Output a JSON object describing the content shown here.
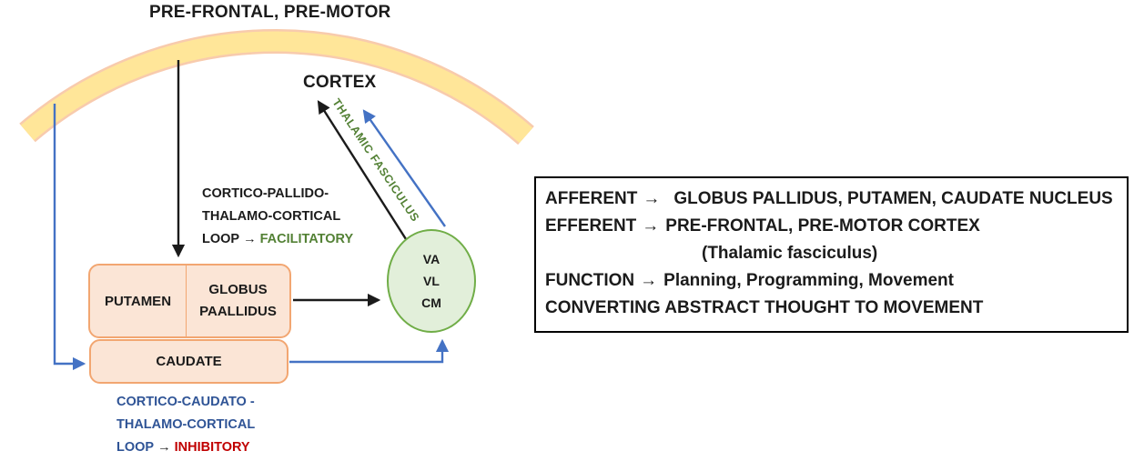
{
  "glyphs": {
    "arrow_char": "→"
  },
  "colors": {
    "black": "#1b1b1b",
    "blue_arrow": "#4472C4",
    "blue_text": "#2F5496",
    "red_text": "#C00000",
    "green_text": "#538135",
    "arc_fill": "#FFE699",
    "arc_outline": "#F8CBAD",
    "node_fill": "#FBE5D6",
    "node_border": "#F2A671",
    "thalamus_fill": "#E2EFDA",
    "thalamus_border": "#70AD47",
    "info_border": "#000000"
  },
  "diagram": {
    "top_label": "PRE-FRONTAL, PRE-MOTOR",
    "cortex_label": "CORTEX",
    "thalamic_fasciculus_label": "THALAMIC FASCICULUS",
    "facilitatory_loop": {
      "line1": "CORTICO-PALLIDO-",
      "line2": "THALAMO-CORTICAL",
      "line3_prefix": "LOOP",
      "line3_highlight": "FACILITATORY"
    },
    "inhibitory_loop": {
      "line1": "CORTICO-CAUDATO -",
      "line2": "THALAMO-CORTICAL",
      "line3_prefix": "LOOP",
      "line3_highlight": "INHIBITORY"
    },
    "nodes": {
      "putamen": "PUTAMEN",
      "globus_line1": "GLOBUS",
      "globus_line2": "PAALLIDUS",
      "caudate": "CAUDATE",
      "thalamus_lines": [
        "VA",
        "VL",
        "CM"
      ]
    }
  },
  "info_box": {
    "line1": {
      "label": "AFFERENT",
      "value": "GLOBUS PALLIDUS, PUTAMEN, CAUDATE NUCLEUS"
    },
    "line2": {
      "label": "EFFERENT",
      "value": "PRE-FRONTAL, PRE-MOTOR CORTEX"
    },
    "line3": {
      "value": "(Thalamic fasciculus)"
    },
    "line4": {
      "label": "FUNCTION",
      "value": "Planning, Programming, Movement"
    },
    "line5": {
      "value": "CONVERTING ABSTRACT THOUGHT TO MOVEMENT"
    }
  }
}
